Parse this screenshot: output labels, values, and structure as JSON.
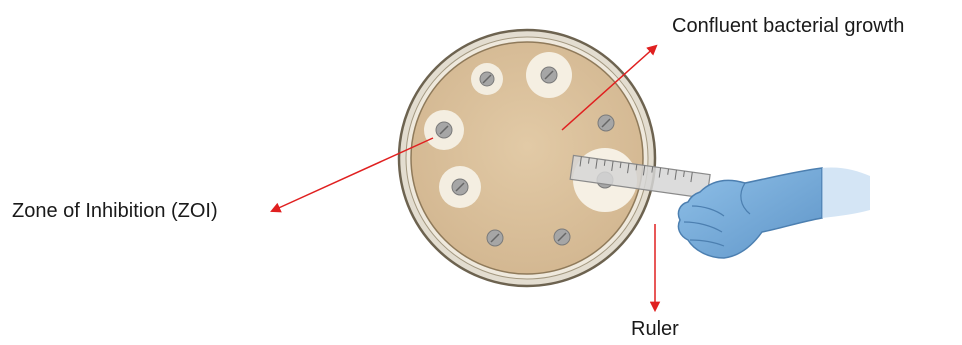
{
  "labels": {
    "growth": "Confluent bacterial growth",
    "zoi": "Zone of Inhibition (ZOI)",
    "ruler": "Ruler"
  },
  "colors": {
    "arrow": "#e02020",
    "plate_rim": "#7a6e5a",
    "plate_outer": "#ddd8cc",
    "agar": "#dcc29a",
    "zone": "#f4eee2",
    "disc": "#9a9a9a",
    "glove": "#7fb2de",
    "glove_shadow": "#5b8fc1",
    "ruler": "#c8c8c8"
  },
  "icons": {
    "plate": "petri-dish-icon",
    "disc": "antibiotic-disc-icon",
    "ruler": "ruler-icon",
    "hand": "gloved-hand-icon"
  }
}
